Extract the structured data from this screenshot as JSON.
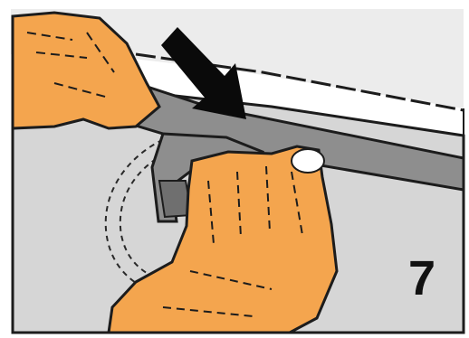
{
  "illustration": {
    "step_number": "7",
    "colors": {
      "panel": "#d6d6d6",
      "panel_light": "#ececec",
      "edge": "#1c1c1c",
      "tool": "#8e8e8e",
      "tool_dark": "#6f6f6f",
      "skin": "#f4a54e",
      "arrow": "#0a0a0a"
    },
    "icons": [
      "arrow-down-right-icon",
      "wrench-tool",
      "hand-left",
      "hand-right"
    ]
  }
}
